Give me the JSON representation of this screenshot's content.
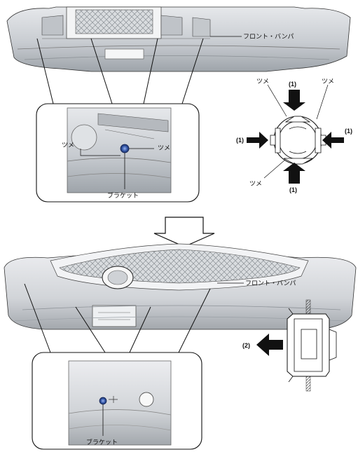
{
  "labels": {
    "front_bumper_top": "フロント・バンパ",
    "front_bumper_bottom": "フロント・バンパ",
    "claw": "ツメ",
    "bracket": "ブラケット",
    "step1": "(1)",
    "step2": "(2)"
  },
  "colors": {
    "line": "#111111",
    "bumper_fill": "#cfd2d6",
    "bumper_shadow": "#9aa0a6",
    "panel_fill": "#e7e9ec",
    "clip_highlight": "#3b5fb0",
    "arrow_fill": "#111111"
  }
}
